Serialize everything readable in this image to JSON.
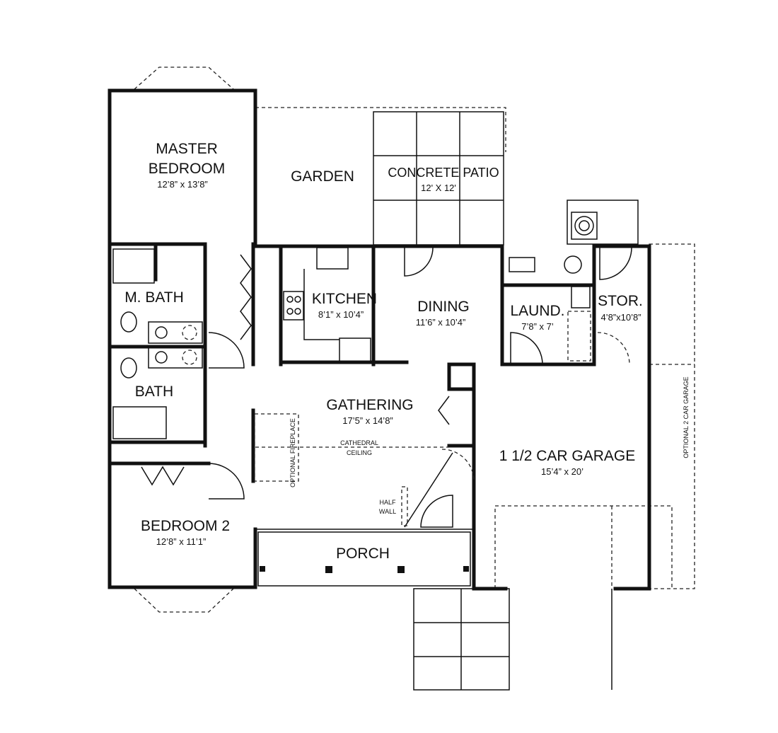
{
  "rooms": {
    "master_bedroom": {
      "name_line1": "MASTER",
      "name_line2": "BEDROOM",
      "size": "12’8” x 13’8”"
    },
    "garden": {
      "name": "GARDEN"
    },
    "patio": {
      "name": "CONCRETE PATIO",
      "size": "12' X 12'"
    },
    "master_bath": {
      "name": "M. BATH"
    },
    "kitchen": {
      "name": "KITCHEN",
      "size": "8’1” x 10’4”"
    },
    "dining": {
      "name": "DINING",
      "size": "11’6” x 10’4”"
    },
    "laundry": {
      "name": "LAUND.",
      "size": "7’8” x 7’"
    },
    "storage": {
      "name": "STOR.",
      "size": "4’8”x10’8”"
    },
    "bath": {
      "name": "BATH"
    },
    "gathering": {
      "name": "GATHERING",
      "size": "17’5” x 14’8”"
    },
    "garage": {
      "name": "1 1/2 CAR GARAGE",
      "size": "15’4” x 20’"
    },
    "bedroom2": {
      "name": "BEDROOM 2",
      "size": "12’8” x 11’1”"
    },
    "porch": {
      "name": "PORCH"
    }
  },
  "notes": {
    "cathedral_1": "CATHEDRAL",
    "cathedral_2": "CEILING",
    "optional_fireplace": "OPTIONAL FIREPLACE",
    "half_wall_1": "HALF",
    "half_wall_2": "WALL",
    "optional_garage": "OPTIONAL 2 CAR GARAGE"
  }
}
